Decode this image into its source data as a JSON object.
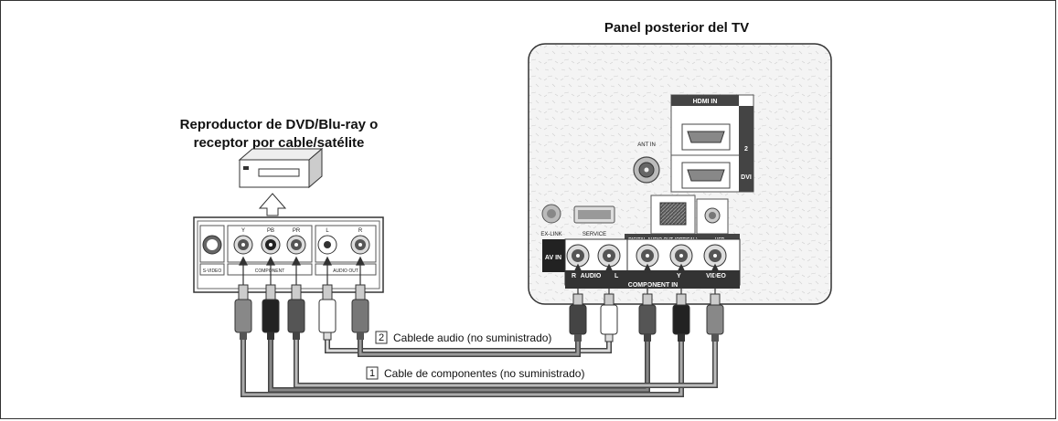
{
  "tv_panel": {
    "title": "Panel posterior del TV",
    "labels": {
      "hdmi_in": "HDMI IN",
      "hdmi_2": "2",
      "dvi": "DVI",
      "ant_in": "ANT IN",
      "ex_link": "EX-LINK",
      "service": "SERVICE",
      "digital_audio_out": "DIGITAL AUDIO OUT (OPTICAL)",
      "usb": "USB",
      "av_in": "AV IN",
      "audio": "AUDIO",
      "video": "VIDEO",
      "component_in": "COMPONENT IN",
      "r": "R",
      "l": "L",
      "y": "Y"
    }
  },
  "player": {
    "title_line1": "Reproductor de DVD/Blu-ray o",
    "title_line2": "receptor por cable/satélite",
    "labels": {
      "y": "Y",
      "pb": "PB",
      "pr": "PR",
      "l": "L",
      "r": "R",
      "s_video": "S-VIDEO",
      "component": "COMPONENT",
      "audio_out": "AUDIO OUT"
    }
  },
  "cables": [
    {
      "number": "2",
      "label": "Cablede audio (no suministrado)"
    },
    {
      "number": "1",
      "label": "Cable de componentes (no suministrado)"
    }
  ]
}
